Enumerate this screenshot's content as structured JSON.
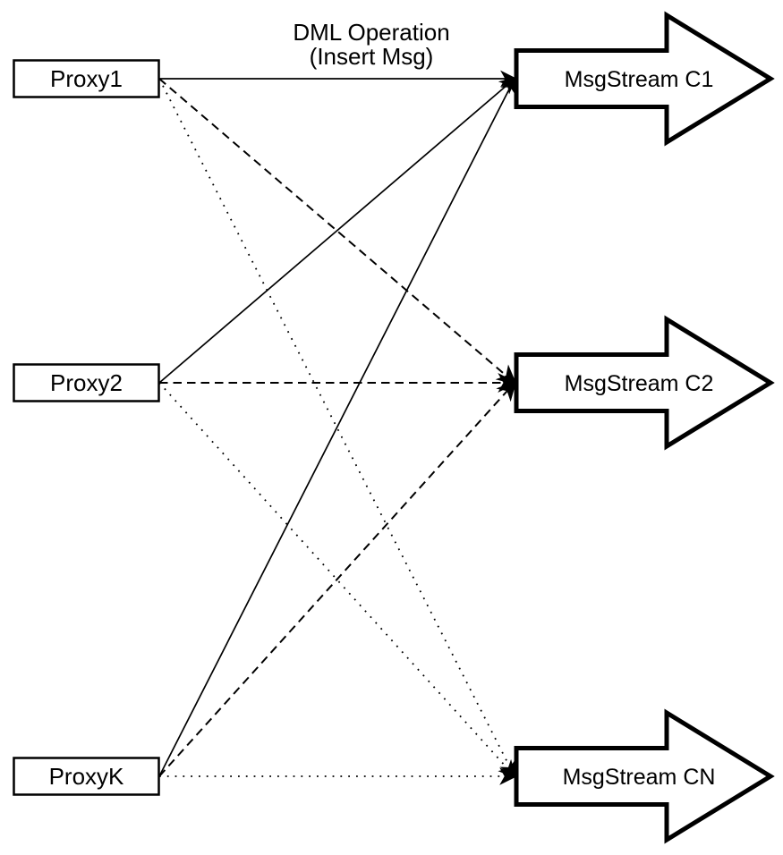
{
  "diagram": {
    "type": "flow-diagram",
    "background_color": "#ffffff",
    "stroke_color": "#000000",
    "shape_fill_color": "#ffffff",
    "annotation": {
      "line1": "DML Operation",
      "line2": "(Insert Msg)"
    },
    "proxies": [
      {
        "id": "proxy1",
        "label": "Proxy1"
      },
      {
        "id": "proxy2",
        "label": "Proxy2"
      },
      {
        "id": "proxyk",
        "label": "ProxyK"
      }
    ],
    "streams": [
      {
        "id": "c1",
        "label": "MsgStream C1"
      },
      {
        "id": "c2",
        "label": "MsgStream C2"
      },
      {
        "id": "cn",
        "label": "MsgStream CN"
      }
    ],
    "edges": [
      {
        "from": "Proxy1",
        "to": "MsgStream C1",
        "line_style": "solid",
        "arrowhead": "filled"
      },
      {
        "from": "Proxy1",
        "to": "MsgStream C2",
        "line_style": "dashed",
        "arrowhead": "filled"
      },
      {
        "from": "Proxy1",
        "to": "MsgStream CN",
        "line_style": "dotted",
        "arrowhead": "filled"
      },
      {
        "from": "Proxy2",
        "to": "MsgStream C1",
        "line_style": "solid",
        "arrowhead": "filled"
      },
      {
        "from": "Proxy2",
        "to": "MsgStream C2",
        "line_style": "dashed",
        "arrowhead": "filled"
      },
      {
        "from": "Proxy2",
        "to": "MsgStream CN",
        "line_style": "dotted",
        "arrowhead": "filled"
      },
      {
        "from": "ProxyK",
        "to": "MsgStream C1",
        "line_style": "solid",
        "arrowhead": "filled"
      },
      {
        "from": "ProxyK",
        "to": "MsgStream C2",
        "line_style": "dashed",
        "arrowhead": "filled"
      },
      {
        "from": "ProxyK",
        "to": "MsgStream CN",
        "line_style": "dotted",
        "arrowhead": "filled"
      }
    ]
  }
}
